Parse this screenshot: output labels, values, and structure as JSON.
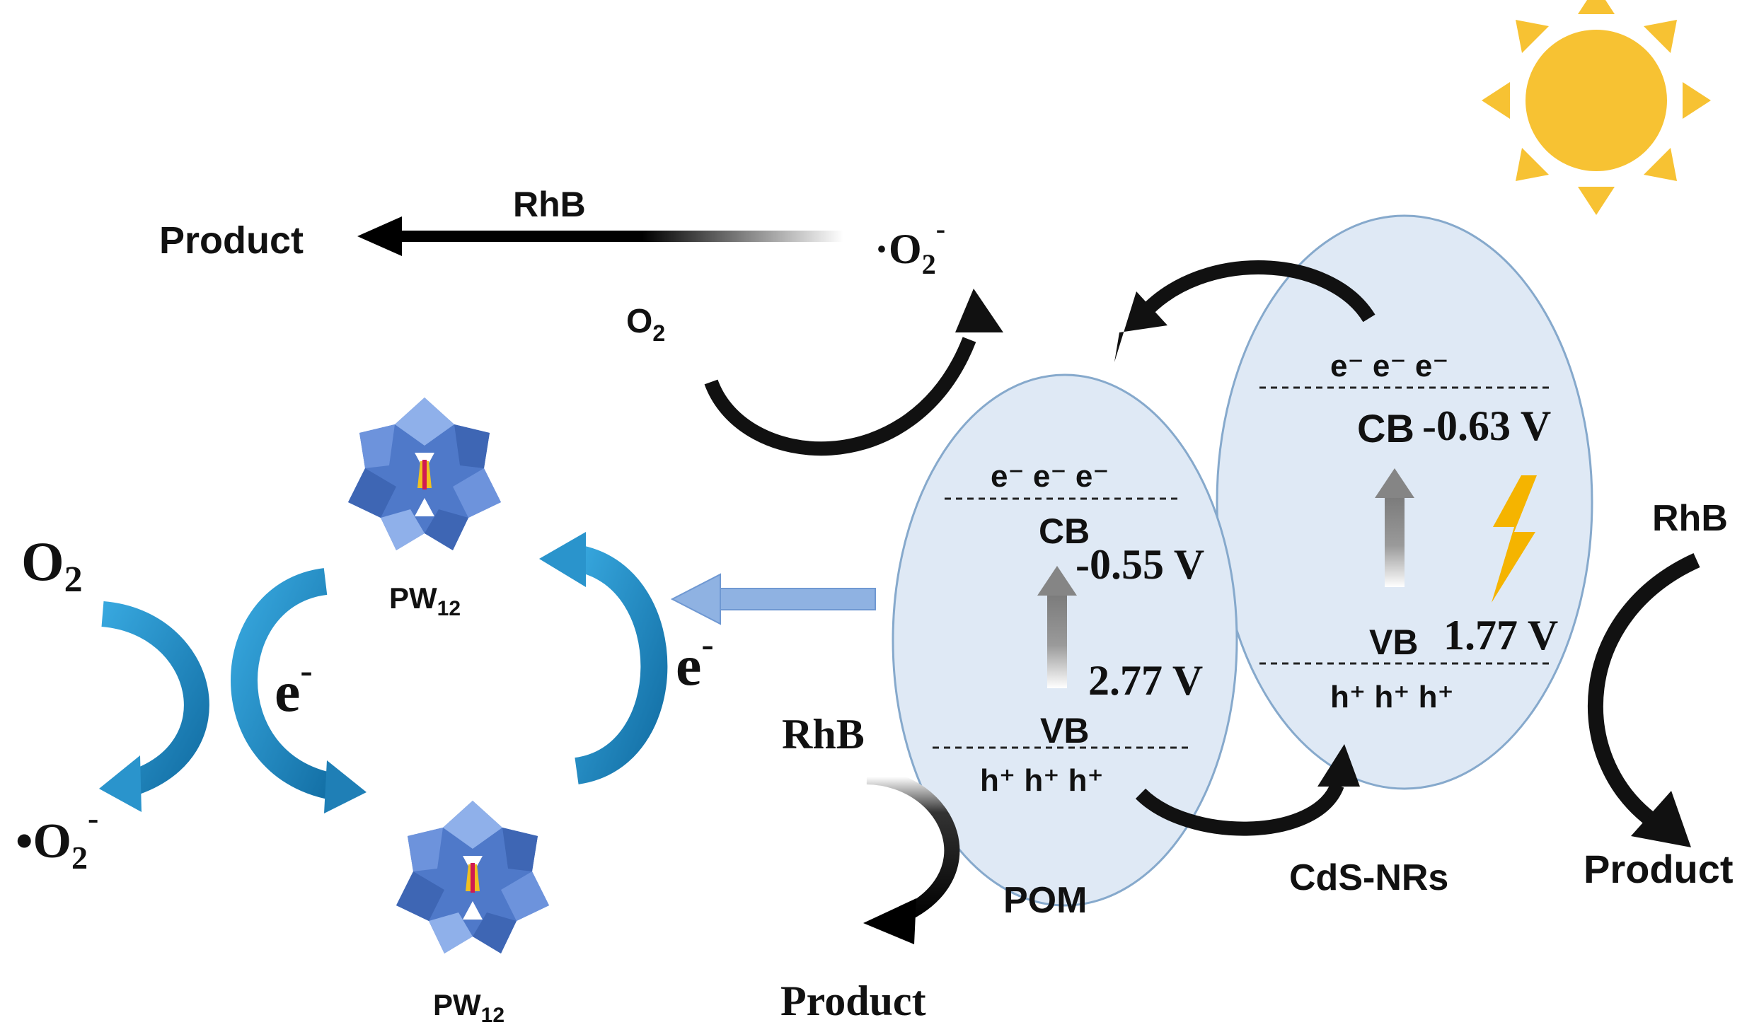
{
  "top_reaction": {
    "reagent": "RhB",
    "product": "Product",
    "superoxide": "·O",
    "superoxide_sub": "2",
    "superoxide_sup": "-",
    "oxygen": "O",
    "oxygen_sub": "2"
  },
  "pom": {
    "label": "POM",
    "electrons": "e⁻ e⁻ e⁻",
    "cb_label": "CB",
    "cb_potential": "-0.55 V",
    "vb_label": "VB",
    "vb_potential": "2.77 V",
    "holes": "h⁺ h⁺ h⁺"
  },
  "cds": {
    "label": "CdS-NRs",
    "electrons": "e⁻ e⁻ e⁻",
    "cb_label": "CB",
    "cb_potential": "-0.63 V",
    "vb_label": "VB",
    "vb_potential": "1.77 V",
    "holes": "h⁺ h⁺ h⁺"
  },
  "bottom_reaction": {
    "reagent": "RhB",
    "product": "Product"
  },
  "right_reaction": {
    "reagent": "RhB",
    "product": "Product"
  },
  "cycle": {
    "oxygen": "O",
    "oxygen_sub": "2",
    "superoxide": "•O",
    "superoxide_sub": "2",
    "superoxide_sup": "-",
    "electron_left": "e",
    "electron_right": "e",
    "electron_sup": "-",
    "pw_top": "PW",
    "pw_top_sub": "12",
    "pw_bottom": "PW",
    "pw_bottom_sub": "12"
  },
  "colors": {
    "ellipse_fill": "#dfe9f5",
    "ellipse_stroke": "#86a9cc",
    "sun": "#f7c233",
    "bolt": "#f5b400",
    "cycle_arrow": "#1d8ac4",
    "transfer_arrow": "#8fb2e2",
    "band_arrow": "#8a8a8a",
    "pom_cluster": "#4f79c9"
  },
  "icons": [
    "sun-icon",
    "lightning-bolt-icon",
    "pw12-cluster-icon"
  ]
}
